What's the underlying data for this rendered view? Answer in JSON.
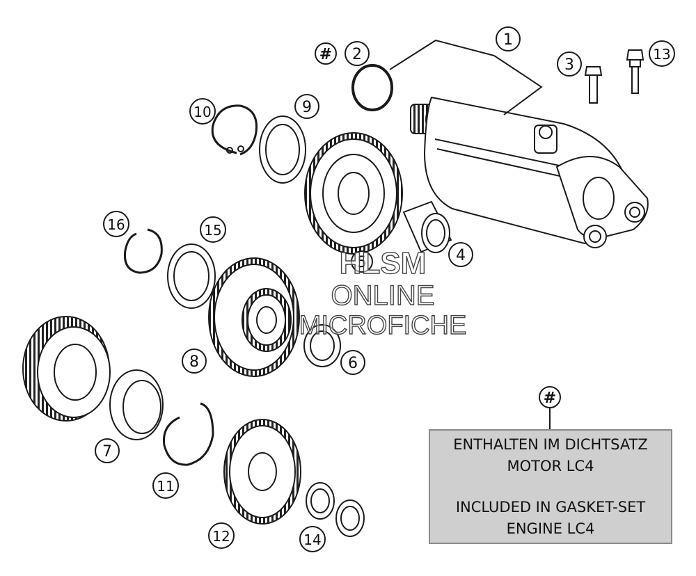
{
  "callouts": {
    "c1": "1",
    "c2": "2",
    "c3": "3",
    "c4": "4",
    "c5": "5",
    "c6": "6",
    "c7": "7",
    "c8": "8",
    "c9": "9",
    "c10": "10",
    "c11": "11",
    "c12": "12",
    "c13": "13",
    "c14": "14",
    "c15": "15",
    "c16": "16",
    "hash_top": "#",
    "hash_note": "#"
  },
  "note": {
    "line1": "ENTHALTEN IM DICHTSATZ",
    "line2": "MOTOR LC4",
    "line3": "INCLUDED IN GASKET-SET",
    "line4": "ENGINE LC4"
  },
  "watermark": {
    "line1": "HLSM",
    "line2": "ONLINE",
    "line3": "MICROFICHE"
  },
  "colors": {
    "line": "#1a1a1a",
    "note_bg": "#cfcfcf",
    "note_border": "#8a8a8a"
  }
}
